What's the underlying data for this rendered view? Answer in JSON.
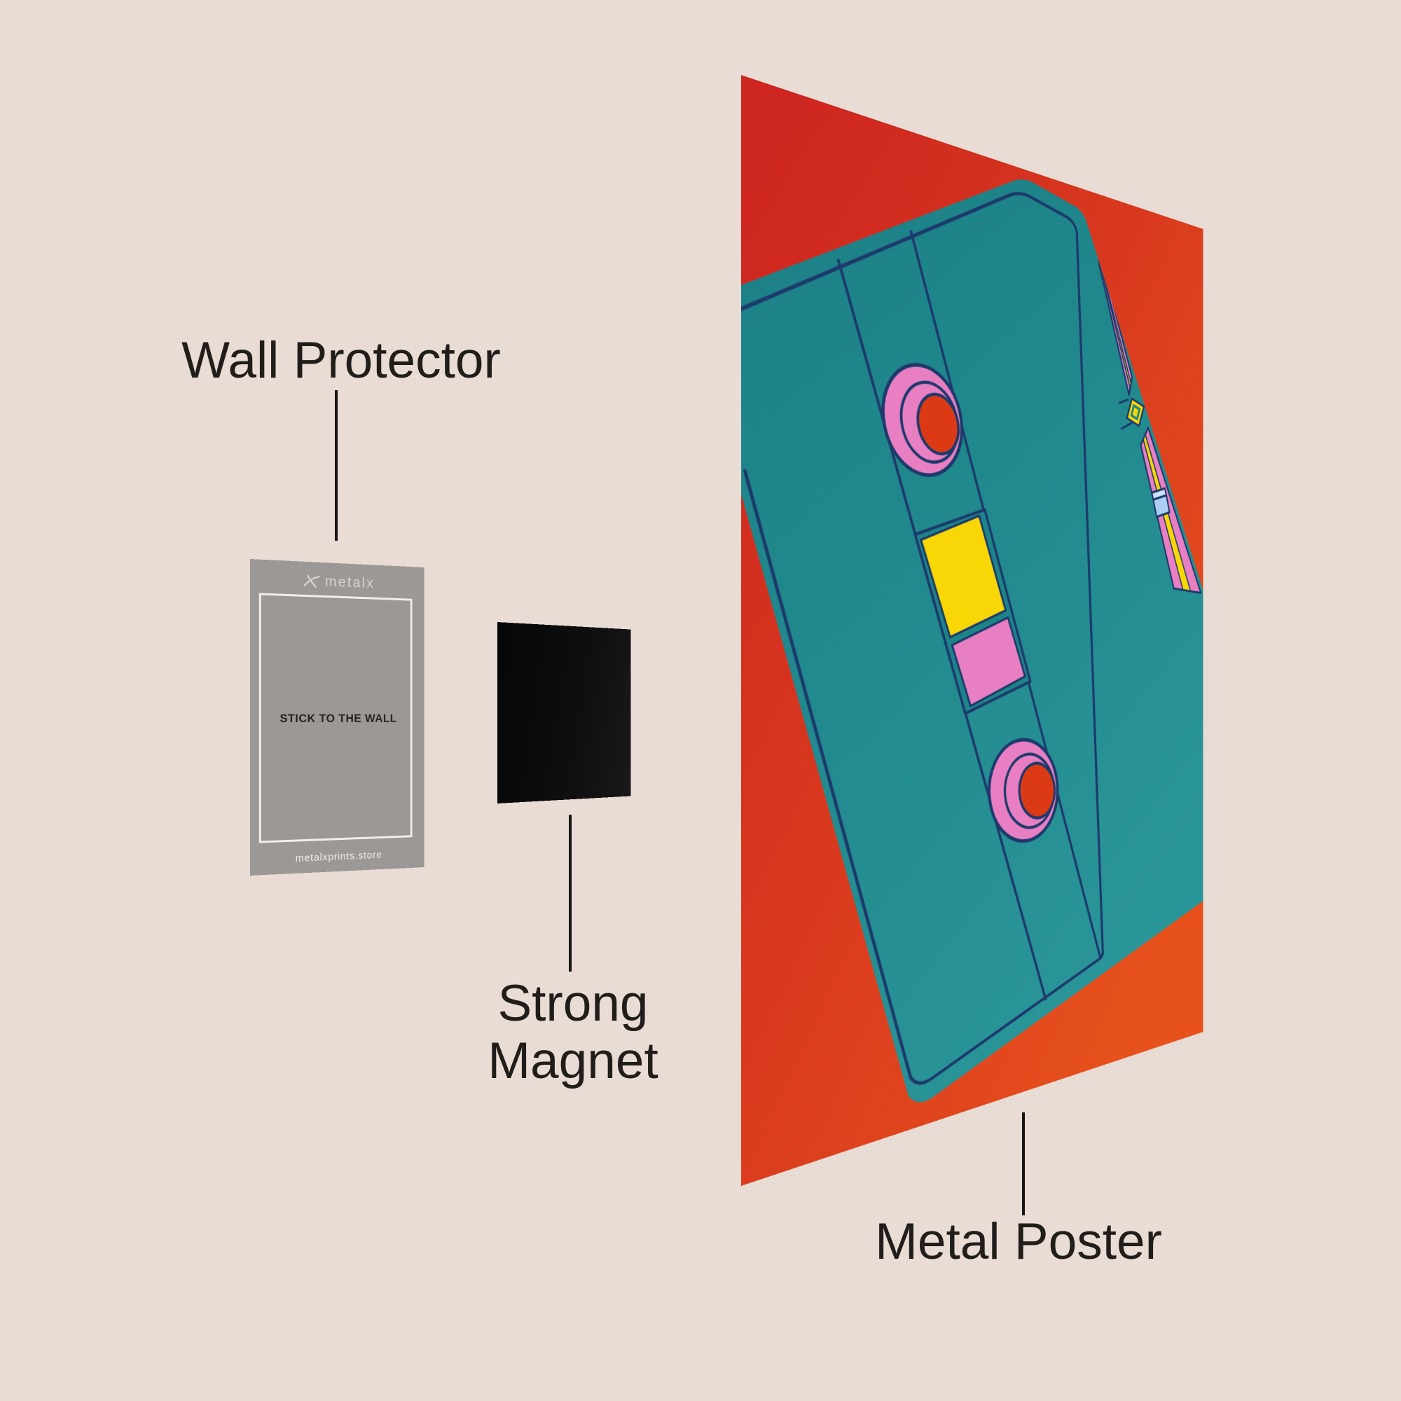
{
  "scene": {
    "background_color": "#e9dcd4",
    "labels": {
      "wall_protector": "Wall Protector",
      "strong_magnet_line1": "Strong",
      "strong_magnet_line2": "Magnet",
      "metal_poster": "Metal Poster"
    },
    "wall_protector_card": {
      "brand": "metalx",
      "instruction": "STICK TO THE WALL",
      "website": "metalxprints.store",
      "card_color": "#9b9896",
      "border_color": "#f2f0ed"
    },
    "magnet": {
      "color": "#0c0c0c"
    },
    "poster": {
      "artwork": "retro cassette tape illustration",
      "background_red": "#ce2620",
      "background_orange": "#e6511c",
      "cassette_teal": "#1d858a",
      "outline_navy": "#1c3a6b",
      "accent_pink": "#e87fc2",
      "accent_yellow": "#f9d606",
      "accent_blue": "#aecdf2",
      "hole_red": "#dc3a14"
    }
  }
}
